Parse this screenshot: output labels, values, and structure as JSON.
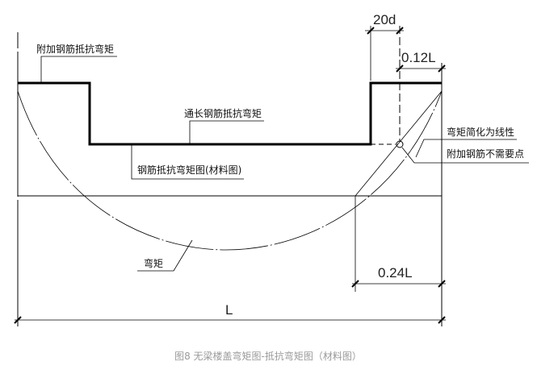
{
  "labels": {
    "additional_rebar_moment": "附加钢筋抵抗弯矩",
    "continuous_rebar_moment": "通长钢筋抵抗弯矩",
    "resisting_moment_diagram": "钢筋抵抗弯矩图(材料图)",
    "moment": "弯矩",
    "linearized_moment": "弯矩简化为线性",
    "cutoff_point": "附加钢筋不需要点"
  },
  "dimensions": {
    "d20": "20d",
    "l012": "0.12L",
    "l024": "0.24L",
    "span": "L"
  },
  "caption": "图8 无梁楼盖弯矩图-抵抗弯矩图（材料图）",
  "colors": {
    "line": "#000000",
    "caption": "#9a9a9a"
  }
}
